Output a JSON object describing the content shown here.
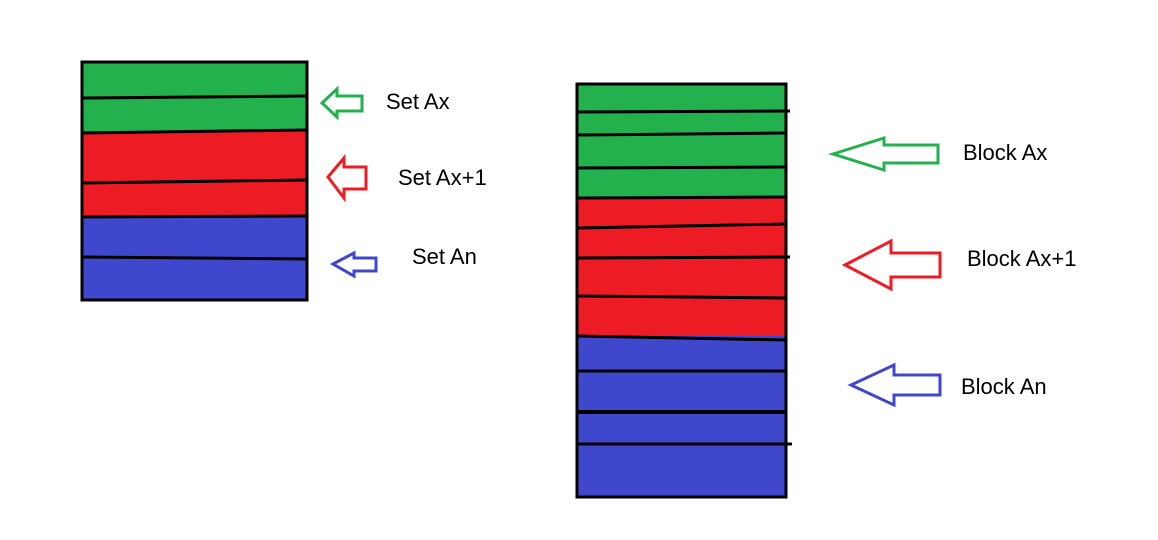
{
  "colors": {
    "green": "#22b14c",
    "red": "#ed1c24",
    "blue": "#3f48cc",
    "border": "#000000",
    "background": "#ffffff"
  },
  "left_stack": {
    "bands": [
      "green",
      "green",
      "red",
      "red",
      "blue",
      "blue"
    ],
    "labels": [
      {
        "text": "Set Ax",
        "color": "green",
        "arrow_icon": "left-arrow-icon"
      },
      {
        "text": "Set Ax+1",
        "color": "red",
        "arrow_icon": "left-arrow-icon"
      },
      {
        "text": "Set An",
        "color": "blue",
        "arrow_icon": "left-arrow-icon"
      }
    ]
  },
  "right_stack": {
    "bands": [
      "green",
      "green",
      "green",
      "green",
      "red",
      "red",
      "red",
      "red",
      "blue",
      "blue",
      "blue",
      "blue"
    ],
    "labels": [
      {
        "text": "Block Ax",
        "color": "green",
        "arrow_icon": "left-arrow-icon"
      },
      {
        "text": "Block Ax+1",
        "color": "red",
        "arrow_icon": "left-arrow-icon"
      },
      {
        "text": "Block An",
        "color": "blue",
        "arrow_icon": "left-arrow-icon"
      }
    ]
  }
}
